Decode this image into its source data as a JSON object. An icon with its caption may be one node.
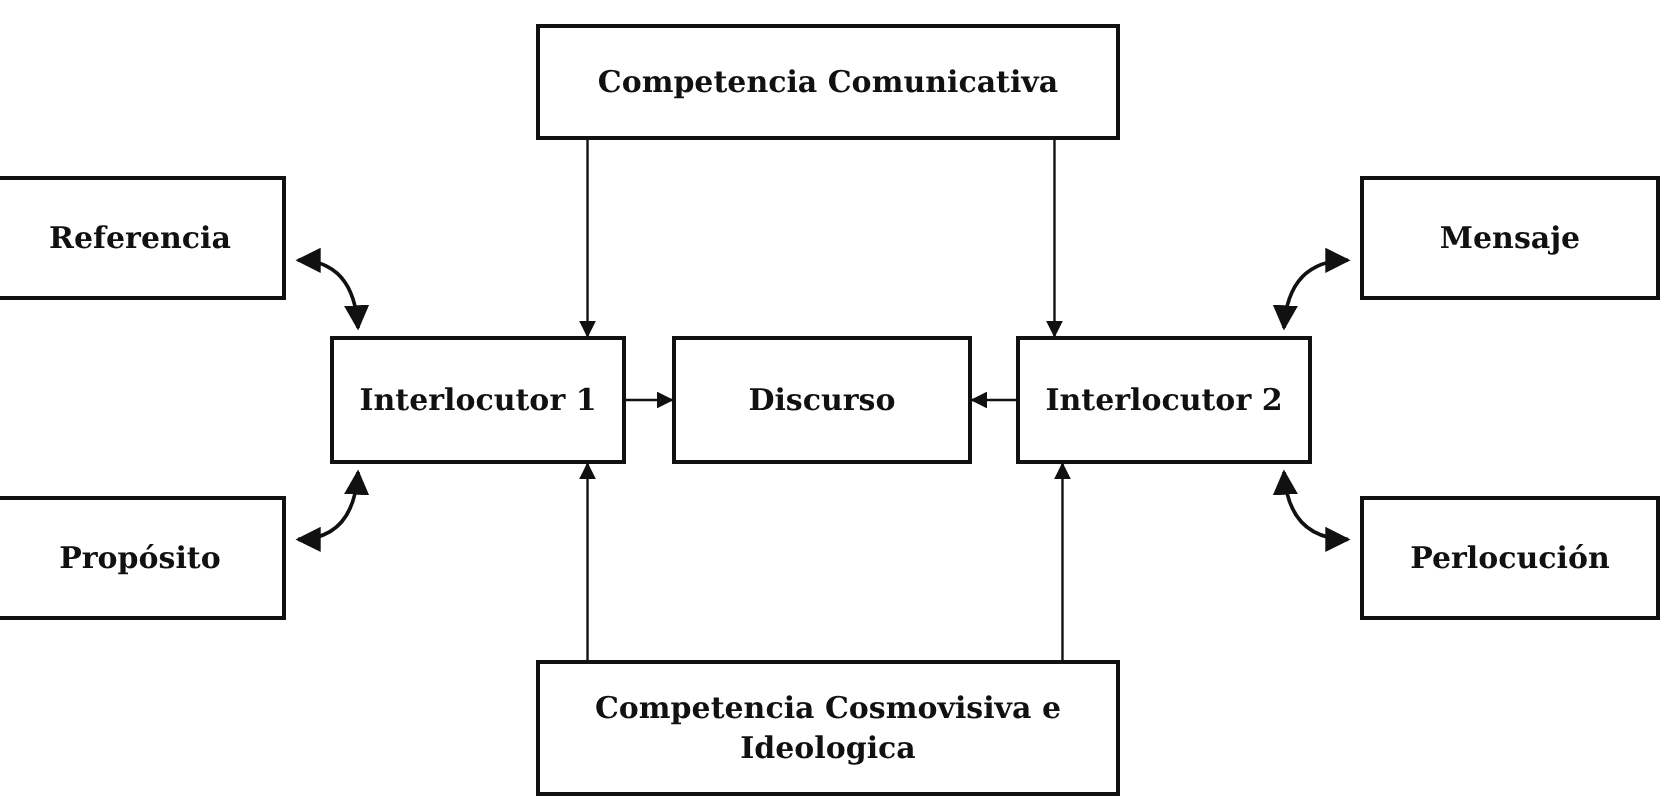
{
  "diagram": {
    "nodes": [
      {
        "text": [
          "Competencia Comunicativa"
        ]
      },
      {
        "text": [
          "Referencia"
        ]
      },
      {
        "text": [
          "Mensaje"
        ]
      },
      {
        "text": [
          "Interlocutor 1"
        ]
      },
      {
        "text": [
          "Discurso"
        ]
      },
      {
        "text": [
          "Interlocutor 2"
        ]
      },
      {
        "text": [
          "Propósito"
        ]
      },
      {
        "text": [
          "Perlocución"
        ]
      },
      {
        "text": [
          "Competencia Cosmovisiva e Ideologica"
        ]
      }
    ],
    "edges": [
      {
        "from": 0,
        "to": 3,
        "arrow": "to"
      },
      {
        "from": 0,
        "to": 5,
        "arrow": "to"
      },
      {
        "from": 1,
        "to": 3,
        "arrow": "both"
      },
      {
        "from": 2,
        "to": 5,
        "arrow": "both"
      },
      {
        "from": 3,
        "to": 4,
        "arrow": "to"
      },
      {
        "from": 5,
        "to": 4,
        "arrow": "to"
      },
      {
        "from": 6,
        "to": 3,
        "arrow": "both"
      },
      {
        "from": 7,
        "to": 5,
        "arrow": "both"
      },
      {
        "from": 8,
        "to": 3,
        "arrow": "to"
      },
      {
        "from": 8,
        "to": 5,
        "arrow": "to"
      }
    ]
  }
}
